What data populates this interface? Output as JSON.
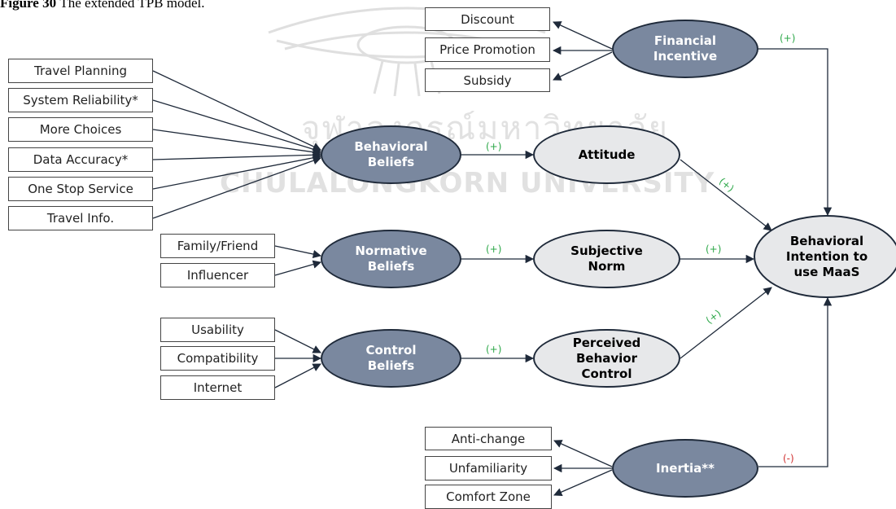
{
  "caption": {
    "label": "Figure 30",
    "text": "The extended TPB model."
  },
  "watermark": {
    "line1": "จุฬาลงกรณ์มหาวิทยาลัย",
    "line2": "CHULALONGKORN UNIVERSITY"
  },
  "inputs": {
    "financial": [
      "Discount",
      "Price Promotion",
      "Subsidy"
    ],
    "behavioral": [
      "Travel Planning",
      "System Reliability*",
      "More Choices",
      "Data Accuracy*",
      "One Stop Service",
      "Travel Info."
    ],
    "normative": [
      "Family/Friend",
      "Influencer"
    ],
    "control": [
      "Usability",
      "Compatibility",
      "Internet"
    ],
    "inertia": [
      "Anti-change",
      "Unfamiliarity",
      "Comfort Zone"
    ]
  },
  "nodes": {
    "financial_incentive": "Financial\nIncentive",
    "behavioral_beliefs": "Behavioral\nBeliefs",
    "normative_beliefs": "Normative\nBeliefs",
    "control_beliefs": "Control\nBeliefs",
    "inertia": "Inertia**",
    "attitude": "Attitude",
    "subjective_norm": "Subjective\nNorm",
    "perceived_behavior_control": "Perceived\nBehavior\nControl",
    "behavioral_intention": "Behavioral\nIntention to\nuse MaaS"
  },
  "signs": {
    "financial": "(+)",
    "behavioral_to_attitude": "(+)",
    "attitude_to_intention": "(+)",
    "normative_to_norm": "(+)",
    "norm_to_intention": "(+)",
    "control_to_pbc": "(+)",
    "pbc_to_intention": "(+)",
    "inertia": "(-)"
  },
  "colors": {
    "dark_oval": "#7a889f",
    "light_oval": "#e7e8ea",
    "positive": "#2ea84a",
    "negative": "#d03030",
    "line": "#1f2a3a"
  }
}
